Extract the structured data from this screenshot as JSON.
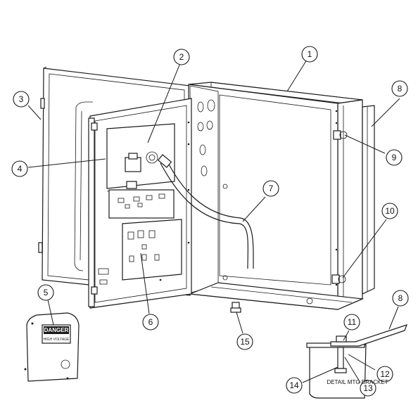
{
  "callouts": {
    "c1": "1",
    "c2": "2",
    "c3": "3",
    "c4": "4",
    "c5": "5",
    "c6": "6",
    "c7": "7",
    "c8a": "8",
    "c8b": "8",
    "c9": "9",
    "c10": "10",
    "c11": "11",
    "c12": "12",
    "c13": "13",
    "c14": "14",
    "c15": "15"
  },
  "label": {
    "danger": "DANGER",
    "high_voltage": "HIGH VOLTAGE",
    "detail": "DETAIL MTG BRACKET"
  }
}
